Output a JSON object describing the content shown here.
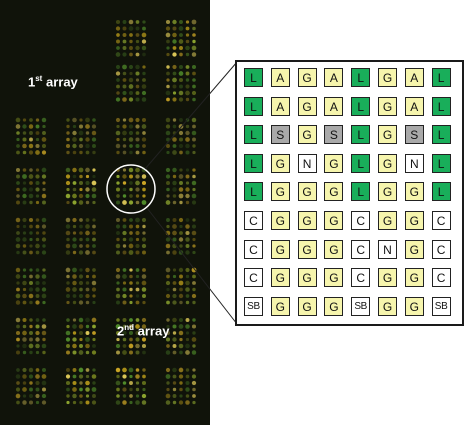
{
  "photo": {
    "label_first": {
      "num": "1",
      "sup": "st",
      "word": " array"
    },
    "label_second": {
      "num": "2",
      "sup": "nd",
      "word": " array"
    }
  },
  "colors": {
    "L": "#19ae5a",
    "A": "#f6f5ad",
    "G": "#f6f5ad",
    "S": "#a9a9a9",
    "N": "#ffffff",
    "C": "#ffffff",
    "SB": "#ffffff",
    "frame": "#1a1a1a"
  },
  "grid": {
    "rows": [
      [
        "L",
        "A",
        "G",
        "A",
        "L",
        "G",
        "A",
        "L"
      ],
      [
        "L",
        "A",
        "G",
        "A",
        "L",
        "G",
        "A",
        "L"
      ],
      [
        "L",
        "S",
        "G",
        "S",
        "L",
        "G",
        "S",
        "L"
      ],
      [
        "L",
        "G",
        "N",
        "G",
        "L",
        "G",
        "N",
        "L"
      ],
      [
        "L",
        "G",
        "G",
        "G",
        "L",
        "G",
        "G",
        "L"
      ],
      [
        "C",
        "G",
        "G",
        "G",
        "C",
        "G",
        "G",
        "C"
      ],
      [
        "C",
        "G",
        "G",
        "G",
        "C",
        "N",
        "G",
        "C"
      ],
      [
        "C",
        "G",
        "G",
        "G",
        "C",
        "G",
        "G",
        "C"
      ],
      [
        "SB",
        "G",
        "G",
        "G",
        "SB",
        "G",
        "G",
        "SB"
      ]
    ]
  }
}
